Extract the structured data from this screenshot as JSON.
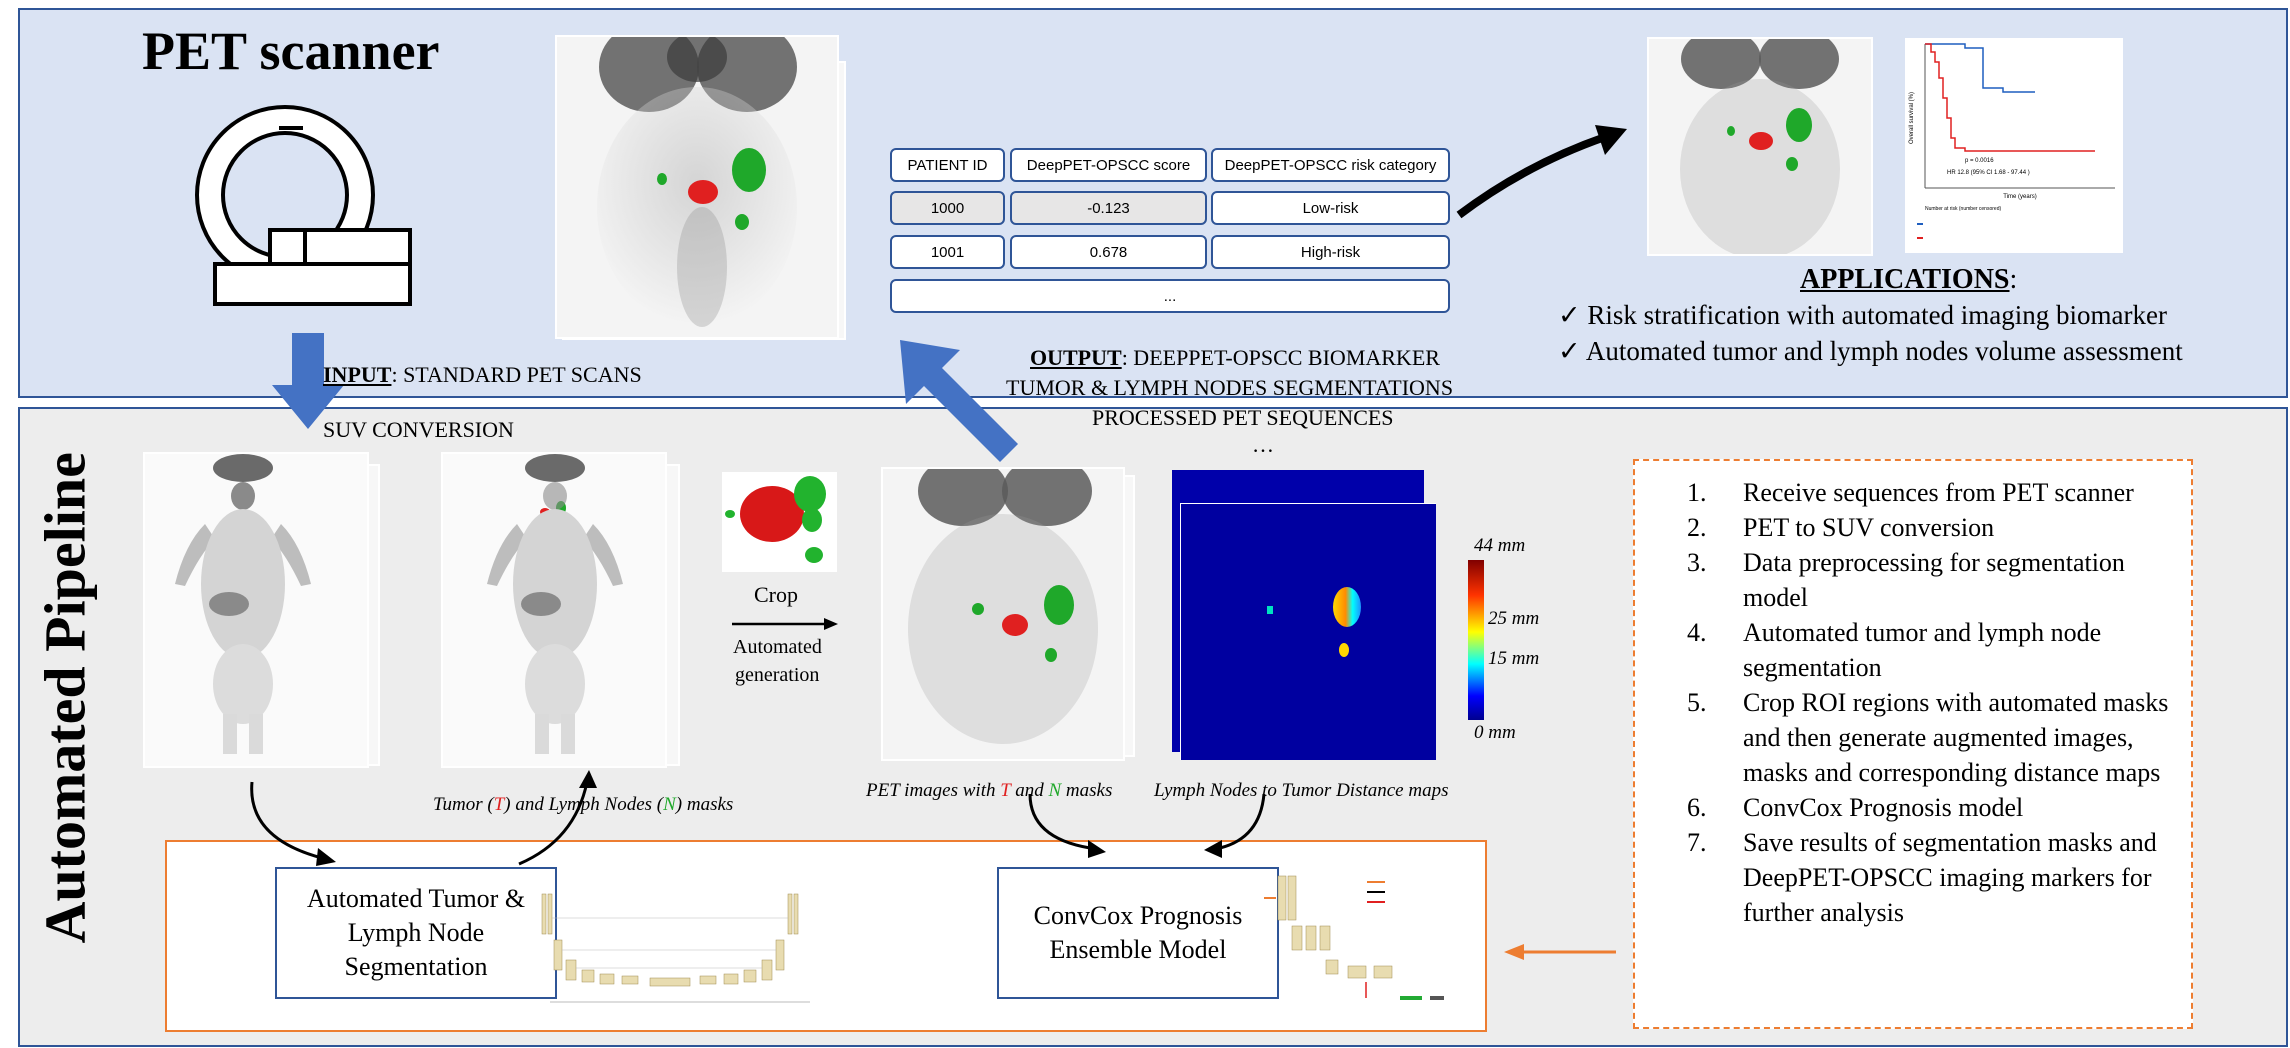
{
  "top": {
    "title": "PET scanner",
    "input_label_bold": "INPUT",
    "input_label_rest": ": STANDARD PET SCANS",
    "suv_label": "SUV CONVERSION",
    "output_bold": "OUTPUT",
    "output_line1_rest": ": DEEPPET-OPSCC BIOMARKER",
    "output_line2": "TUMOR & LYMPH NODES  SEGMENTATIONS",
    "output_line3": "PROCESSED PET SEQUENCES",
    "output_line4": "…"
  },
  "results_table": {
    "headers": [
      "PATIENT ID",
      "DeepPET-OPSCC score",
      "DeepPET-OPSCC risk category"
    ],
    "rows": [
      [
        "1000",
        "-0.123",
        "Low-risk"
      ],
      [
        "1001",
        "0.678",
        "High-risk"
      ]
    ],
    "ellipsis": "..."
  },
  "applications": {
    "title": "APPLICATIONS",
    "title_suffix": ":",
    "items": [
      "✓ Risk stratification with automated imaging biomarker",
      "✓ Automated tumor and lymph nodes volume assessment"
    ]
  },
  "km_plot": {
    "ylabel": "Overall survival (%)",
    "xlabel": "Time (years)",
    "p_value": "p = 0.0016",
    "hr": "HR 12.8 (95% CI 1.68 - 97.44 )",
    "risk_header": "Number at risk (number censored)"
  },
  "pipeline": {
    "title": "Automated Pipeline",
    "crop_label": "Crop",
    "auto_gen_line1": "Automated",
    "auto_gen_line2": "generation",
    "masks_caption_pre": "Tumor (",
    "masks_caption_t": "T",
    "masks_caption_mid": ") and Lymph Nodes (",
    "masks_caption_n": "N",
    "masks_caption_post": ") masks",
    "pet_caption_pre": "PET images with ",
    "pet_caption_t": "T",
    "pet_caption_mid": " and ",
    "pet_caption_n": "N",
    "pet_caption_post": " masks",
    "distance_caption": "Lymph Nodes to Tumor Distance maps",
    "colorbar_labels": [
      "44 mm",
      "25 mm",
      "15 mm",
      "0 mm"
    ],
    "seg_box_line1": "Automated Tumor &",
    "seg_box_line2": "Lymph Node",
    "seg_box_line3": "Segmentation",
    "convcox_line1": "ConvCox Prognosis",
    "convcox_line2": "Ensemble Model"
  },
  "steps": [
    "Receive sequences from PET scanner",
    "PET to SUV conversion",
    "Data preprocessing for segmentation model",
    "Automated tumor and lymph node segmentation",
    "Crop ROI regions with automated masks and then generate augmented images, masks and corresponding distance maps",
    "ConvCox Prognosis model",
    "Save results of segmentation masks and DeepPET-OPSCC imaging markers for further analysis"
  ],
  "colors": {
    "top_panel": "#dae3f3",
    "bottom_panel": "#ededed",
    "border_blue": "#2f5597",
    "arrow_blue": "#4472c4",
    "orange": "#ed7d31",
    "tumor_red": "#e02020",
    "node_green": "#1fa82a"
  }
}
